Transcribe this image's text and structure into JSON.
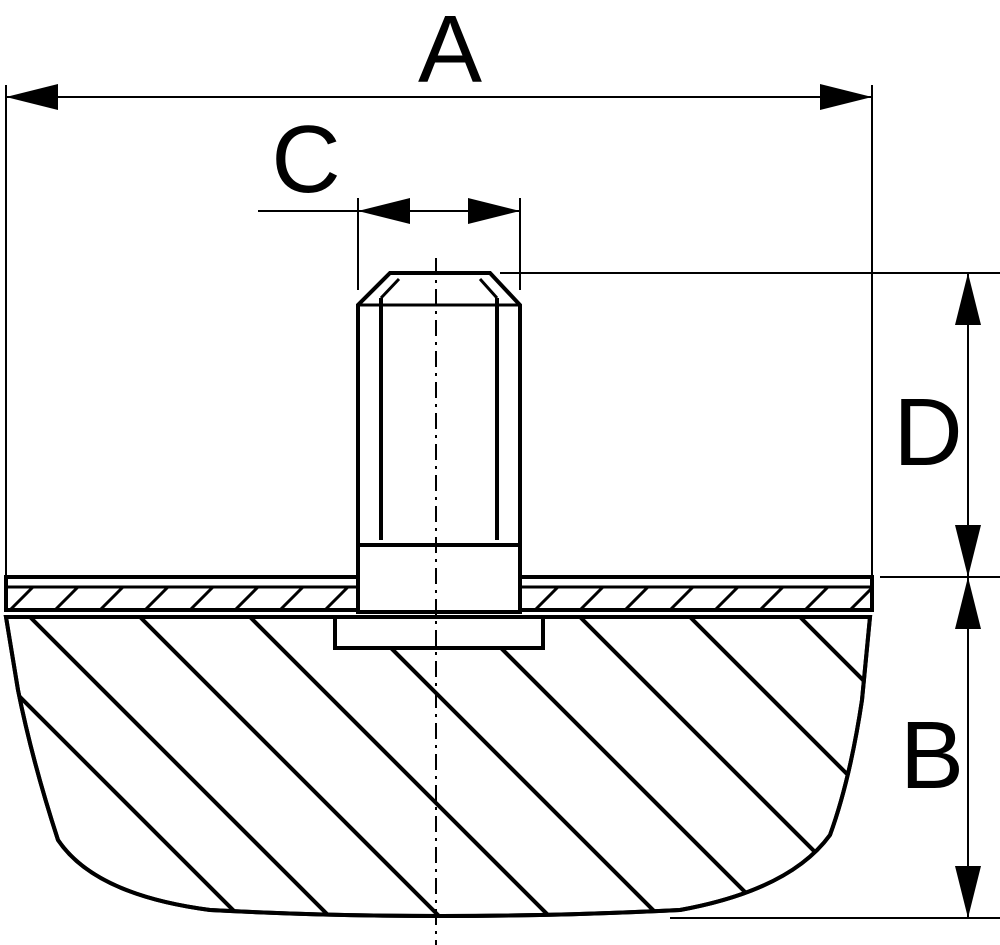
{
  "labels": {
    "a": "A",
    "b": "B",
    "c": "C",
    "d": "D"
  },
  "colors": {
    "line": "#000000",
    "background": "#ffffff"
  }
}
